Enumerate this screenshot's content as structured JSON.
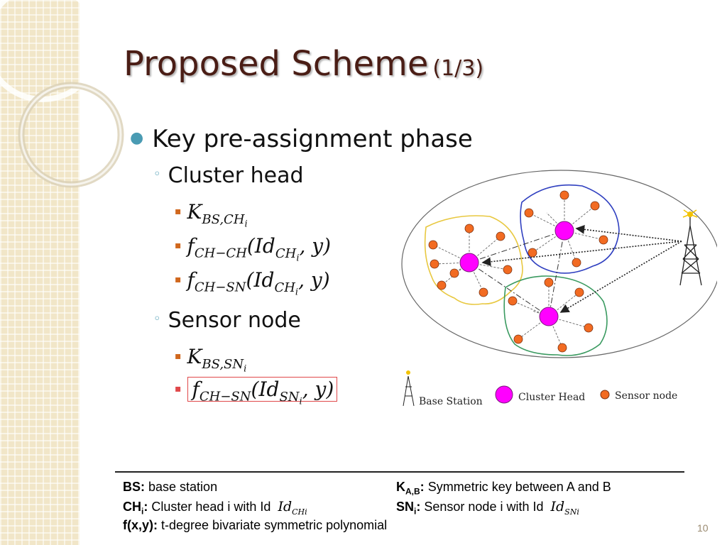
{
  "slide": {
    "title": "Proposed Scheme",
    "title_sub": "(1/3)",
    "page_number": "10"
  },
  "bullets": {
    "phase": "Key pre-assignment phase",
    "cluster_head": "Cluster head",
    "sensor_node": "Sensor node"
  },
  "formulas": {
    "k_main": "K",
    "k_ch_sub": "BS,CH",
    "k_ch_sub_i": "i",
    "f1": "f",
    "f1_sub": "CH−CH",
    "f1_arg_open": "(Id",
    "f1_arg_sub": "CH",
    "f1_arg_sub_i": "i",
    "f1_arg_close": ", y)",
    "f2": "f",
    "f2_sub": "CH−SN",
    "f2_arg_open": "(Id",
    "f2_arg_sub": "CH",
    "f2_arg_sub_i": "i",
    "f2_arg_close": ", y)",
    "k_sn_sub": "BS,SN",
    "k_sn_sub_i": "i",
    "f3": "f",
    "f3_sub": "CH−SN",
    "f3_arg_open": "(Id",
    "f3_arg_sub": "SN",
    "f3_arg_sub_i": "i",
    "f3_arg_close": ", y)"
  },
  "legend": {
    "base_station": "Base Station",
    "cluster_head": "Cluster Head",
    "sensor_node": "Sensor node"
  },
  "footnotes": {
    "bs_key": "BS:",
    "bs_text": "base station",
    "k_key": "K",
    "k_sub": "A,B",
    "k_colon": ":",
    "k_text": "Symmetric key between A and B",
    "ch_key": "CH",
    "ch_sub": "i",
    "ch_colon": ":",
    "ch_text": "Cluster head i with Id",
    "ch_id": "Id",
    "ch_id_sub": "CHi",
    "sn_key": "SN",
    "sn_sub": "i",
    "sn_colon": ":",
    "sn_text": "Sensor node i with Id",
    "sn_id": "Id",
    "sn_id_sub": "SNi",
    "f_key": "f(x,y):",
    "f_text": "t-degree bivariate symmetric polynomial"
  },
  "colors": {
    "title": "#4a1d15",
    "bullet_accent": "#4a9bb3",
    "sub_bullet": "#d0671d",
    "cluster_head": "#ff00ff",
    "sensor_node": "#f26b22",
    "cluster_yellow": "#e8c840",
    "cluster_blue": "#3040c0",
    "cluster_green": "#3a9a60"
  }
}
